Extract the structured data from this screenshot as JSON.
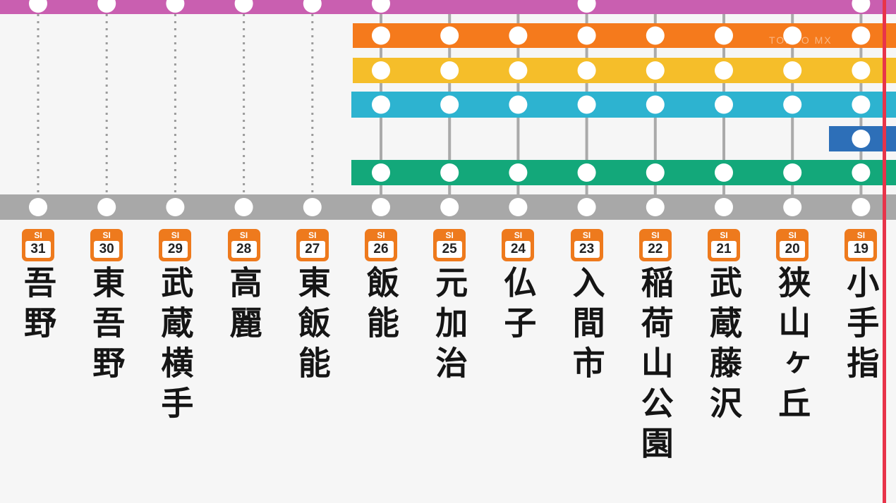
{
  "colors": {
    "top_line": "#c95fb0",
    "bottom_line": "#a8a8a8",
    "badge": "#ee7a1d",
    "edge_line": "#e8344a",
    "bands": [
      "#f57a1c",
      "#f5be2a",
      "#2db3d0",
      "#2d6fb8",
      "#13a87a"
    ]
  },
  "watermark": "TOKYO MX",
  "stations": [
    {
      "code": "SI",
      "number": "31",
      "name": "吾野"
    },
    {
      "code": "SI",
      "number": "30",
      "name": "東吾野"
    },
    {
      "code": "SI",
      "number": "29",
      "name": "武蔵横手"
    },
    {
      "code": "SI",
      "number": "28",
      "name": "高麗"
    },
    {
      "code": "SI",
      "number": "27",
      "name": "東飯能"
    },
    {
      "code": "SI",
      "number": "26",
      "name": "飯能"
    },
    {
      "code": "SI",
      "number": "25",
      "name": "元加治"
    },
    {
      "code": "SI",
      "number": "24",
      "name": "仏子"
    },
    {
      "code": "SI",
      "number": "23",
      "name": "入間市"
    },
    {
      "code": "SI",
      "number": "22",
      "name": "稲荷山公園"
    },
    {
      "code": "SI",
      "number": "21",
      "name": "武蔵藤沢"
    },
    {
      "code": "SI",
      "number": "20",
      "name": "狭山ヶ丘"
    },
    {
      "code": "SI",
      "number": "19",
      "name": "小手指"
    }
  ]
}
